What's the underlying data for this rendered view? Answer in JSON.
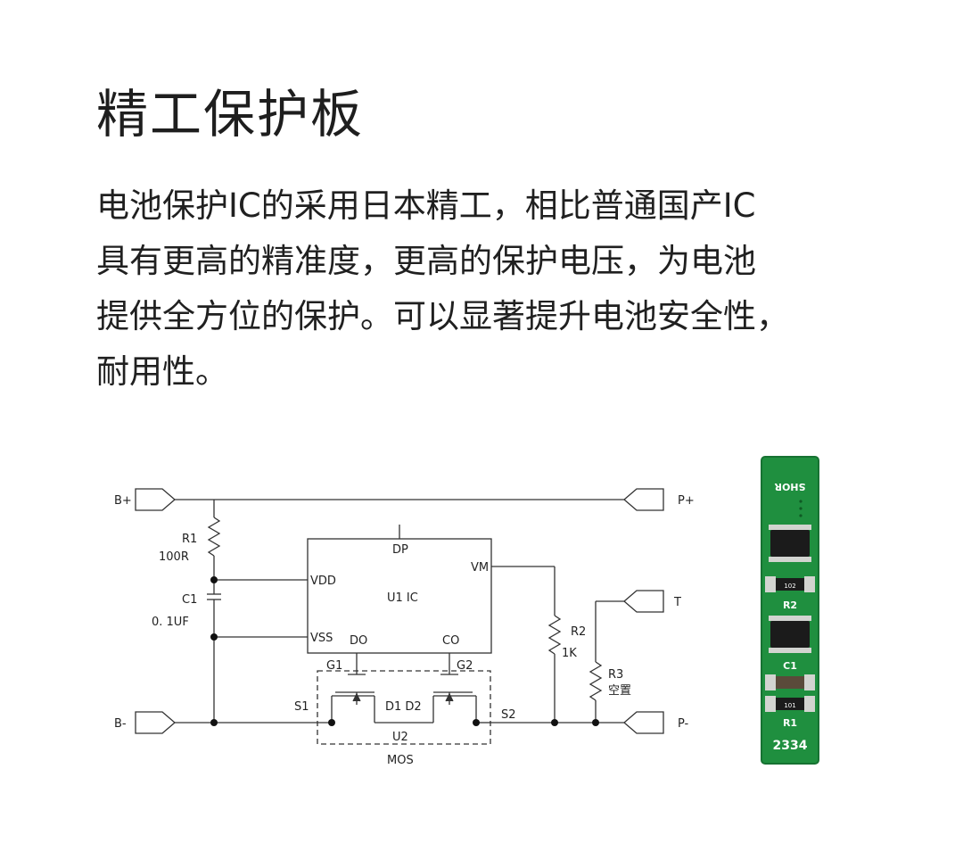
{
  "title": "精工保护板",
  "description_lines": [
    "电池保护IC的采用日本精工，相比普通国产IC",
    "具有更高的精准度，更高的保护电压，为电池",
    "提供全方位的保护。可以显著提升电池安全性，",
    "耐用性。"
  ],
  "schematic": {
    "terminals": {
      "b_plus": "B+",
      "b_minus": "B-",
      "p_plus": "P+",
      "p_minus": "P-",
      "t": "T"
    },
    "r1": {
      "ref": "R1",
      "value": "100R"
    },
    "c1": {
      "ref": "C1",
      "value": "0. 1UF"
    },
    "r2": {
      "ref": "R2",
      "value": "1K"
    },
    "r3": {
      "ref": "R3",
      "value": "空置"
    },
    "ic": {
      "name": "U1  IC",
      "pins": {
        "dp": "DP",
        "vdd": "VDD",
        "vss": "VSS",
        "do": "DO",
        "co": "CO",
        "vm": "VM"
      }
    },
    "mos": {
      "ref": "U2",
      "name": "MOS",
      "g1": "G1",
      "g2": "G2",
      "s1": "S1",
      "s2": "S2",
      "d": "D1 D2"
    }
  },
  "board": {
    "top_label": "SHOR",
    "resistor_1": "102",
    "label_r2": "R2",
    "label_c1": "C1",
    "resistor_2": "101",
    "label_r1": "R1",
    "number": "2334",
    "colors": {
      "pcb": "#1f8f3f",
      "pad": "#d2d4d0",
      "chip": "#1b1b1b",
      "silk": "#ffffff"
    }
  }
}
